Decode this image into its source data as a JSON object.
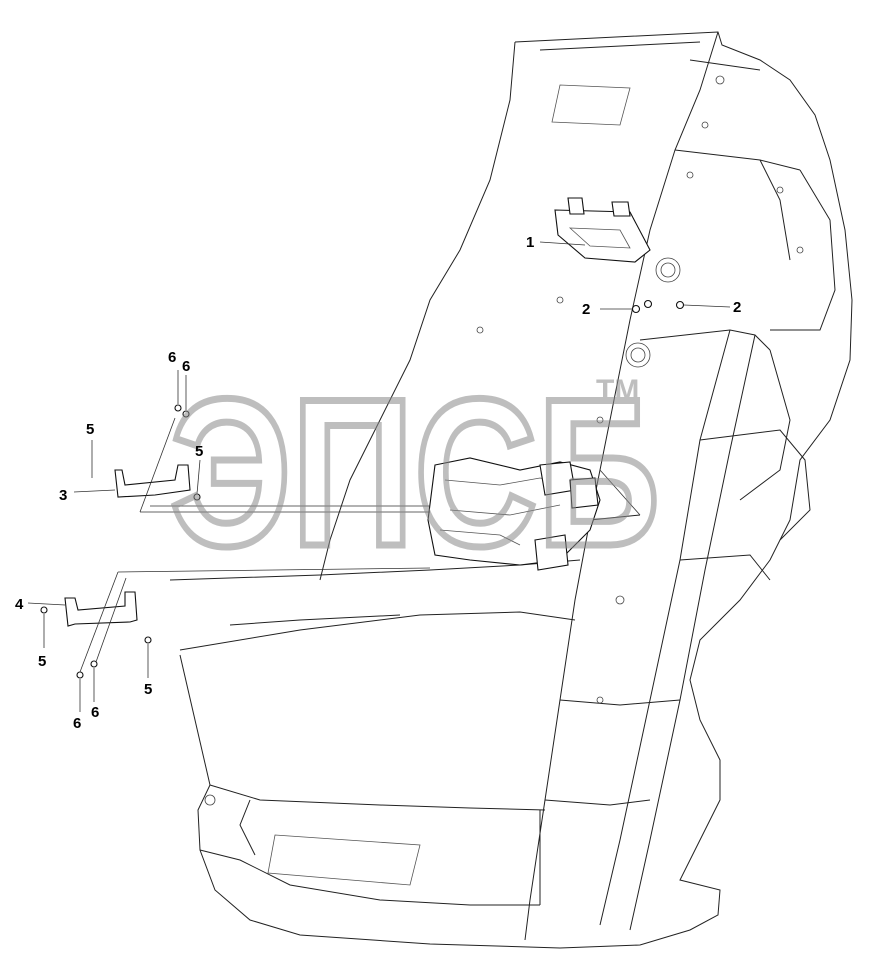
{
  "diagram": {
    "callouts": [
      {
        "id": "c1",
        "label": "1"
      },
      {
        "id": "c2a",
        "label": "2"
      },
      {
        "id": "c2b",
        "label": "2"
      },
      {
        "id": "c3",
        "label": "3"
      },
      {
        "id": "c4",
        "label": "4"
      },
      {
        "id": "c5a",
        "label": "5"
      },
      {
        "id": "c5b",
        "label": "5"
      },
      {
        "id": "c5c",
        "label": "5"
      },
      {
        "id": "c5d",
        "label": "5"
      },
      {
        "id": "c6a",
        "label": "6"
      },
      {
        "id": "c6b",
        "label": "6"
      },
      {
        "id": "c6c",
        "label": "6"
      },
      {
        "id": "c6d",
        "label": "6"
      }
    ],
    "watermark": {
      "text": "ЭПСБ",
      "tm": "TM",
      "color": "#9a9a9a"
    },
    "colors": {
      "line": "#222222",
      "background": "#ffffff"
    }
  }
}
